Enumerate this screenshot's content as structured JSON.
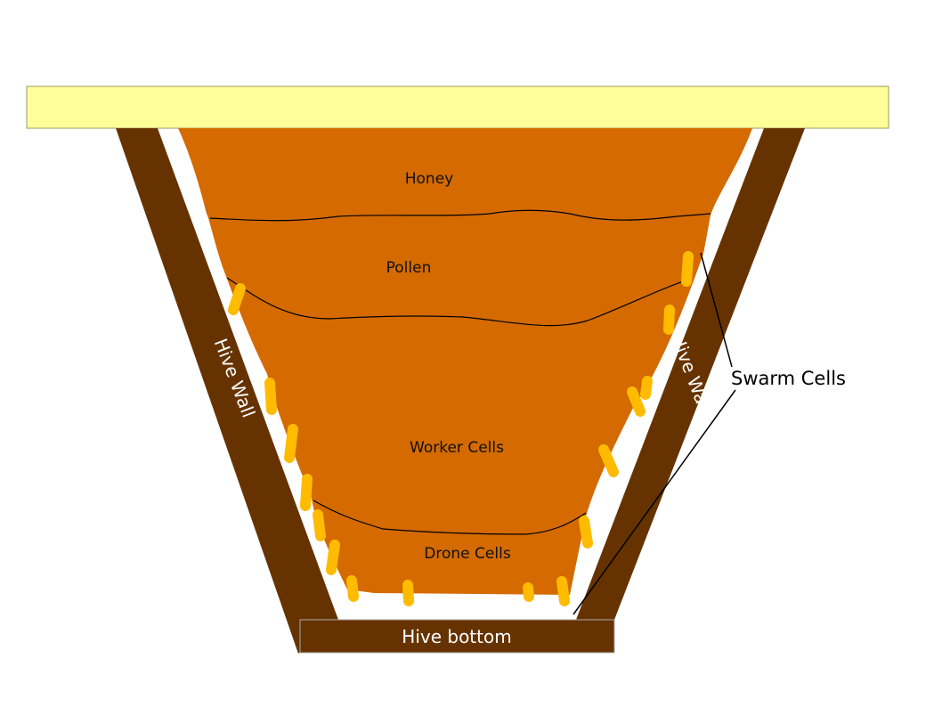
{
  "labels": {
    "honey": "Honey",
    "pollen": "Pollen",
    "worker_cells": "Worker Cells",
    "drone_cells": "Drone Cells",
    "left_wall": "Hive Wall",
    "right_wall": "Hive Wall",
    "bottom": "Hive bottom",
    "swarm_cells": "Swarm Cells"
  },
  "colors": {
    "top_bar": "#ffff99",
    "wall": "#663300",
    "comb": "#d46a00",
    "swarm_cell": "#ffbb00",
    "divider_line": "#000000"
  }
}
